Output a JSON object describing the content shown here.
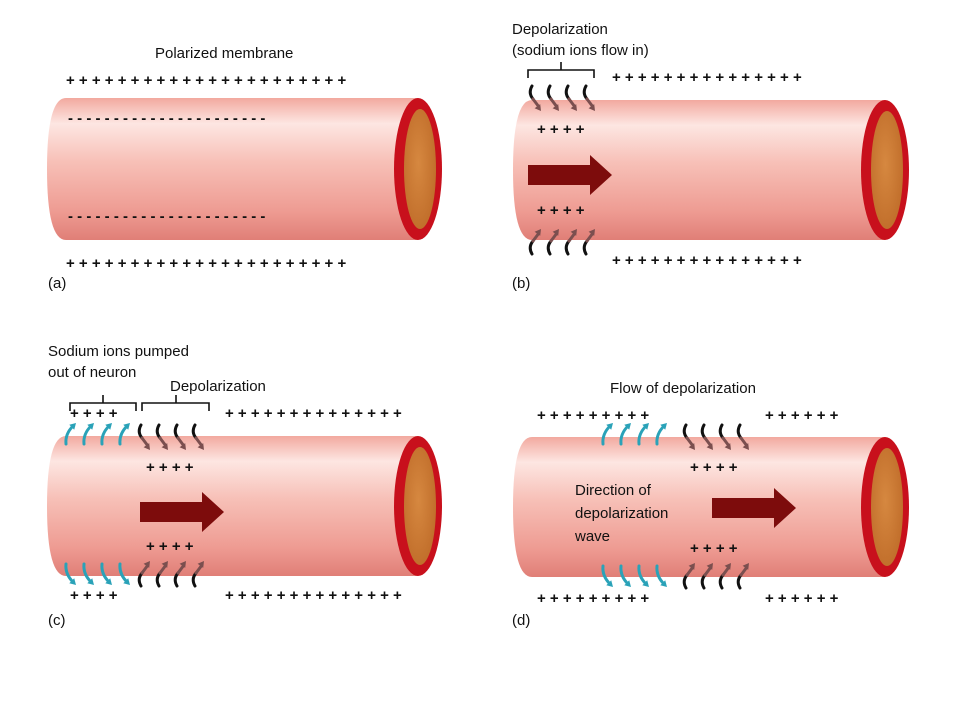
{
  "colors": {
    "membrane_light": "#fde3df",
    "membrane_mid": "#f6b3a8",
    "membrane_dark": "#e5847b",
    "rim": "#c8101c",
    "core": "#cc7a33",
    "big_arrow": "#7d0c0c",
    "influx_arrow": "#7b4f4f",
    "efflux_arrow": "#2aa2b8",
    "ion_tail": "#111111"
  },
  "panels": {
    "a": {
      "letter": "(a)",
      "title": "Polarized membrane",
      "outer_top": "+ + + + + + + + + + + + + + + + + + + + + +",
      "inner_top": "- - - - - - - - - - - - - - - - - - - - - -",
      "inner_bottom": "- - - - - - - - - - - - - - - - - - - - - -",
      "outer_bottom": "+ + + + + + + + + + + + + + + + + + + + + +"
    },
    "b": {
      "letter": "(b)",
      "title_line1": "Depolarization",
      "title_line2": "(sodium ions flow in)",
      "outer_top": "+ + + + + + + + + + + + + + +",
      "inner_top": "+ + + +",
      "inner_bottom": "+ + + +",
      "outer_bottom": "+ + + + + + + + + + + + + + +"
    },
    "c": {
      "letter": "(c)",
      "pump_line1": "Sodium ions pumped",
      "pump_line2": "out of neuron",
      "depol_label": "Depolarization",
      "outer_top_left": "+ + + +",
      "outer_top_right": "+ + + + + + + + + + + + + +",
      "inner_top": "+ + + +",
      "inner_bottom": "+ + + +",
      "outer_bottom_left": "+ + + +",
      "outer_bottom_right": "+ + + + + + + + + + + + + +"
    },
    "d": {
      "letter": "(d)",
      "title": "Flow of depolarization",
      "outer_top_left": "+ + + + + + + + +",
      "outer_top_right": "+ + + + + +",
      "inner_top": "+ + + +",
      "inner_bottom": "+ + + +",
      "outer_bottom_left": "+ + + + + + + + +",
      "outer_bottom_right": "+ + + + + +",
      "direction_line1": "Direction of",
      "direction_line2": "depolarization",
      "direction_line3": "wave"
    }
  }
}
